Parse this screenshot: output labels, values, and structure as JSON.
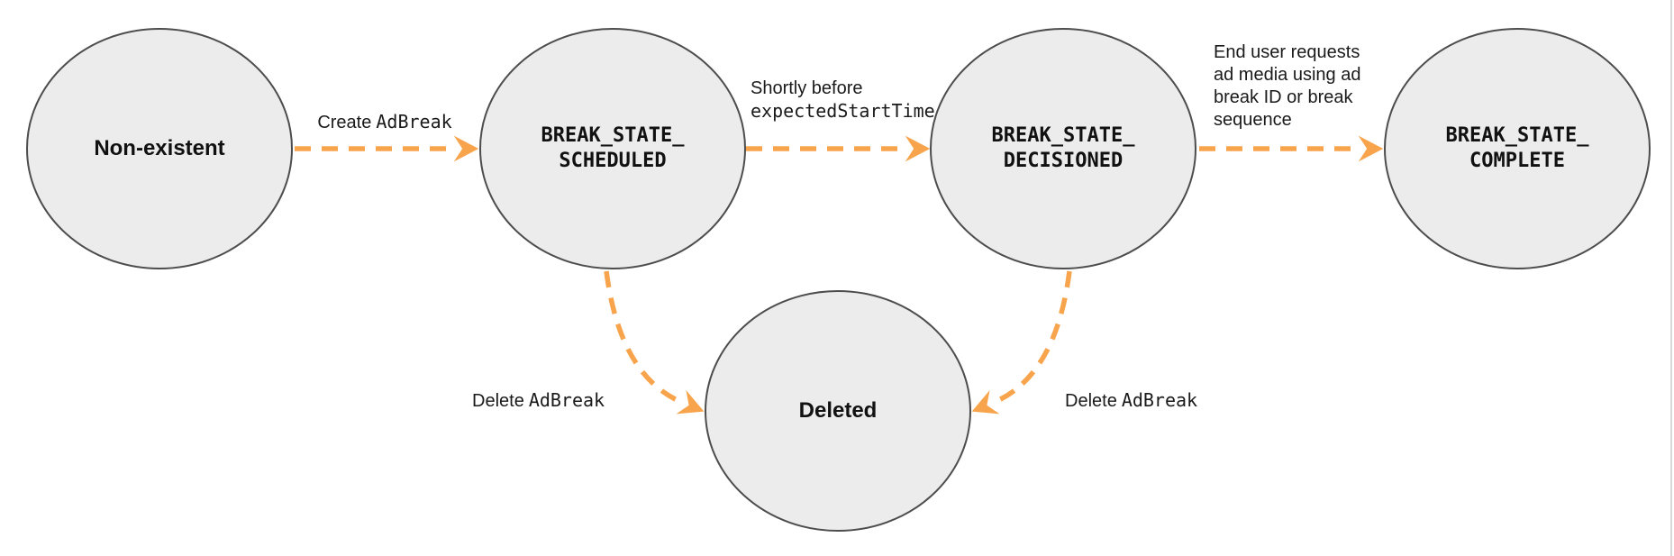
{
  "colors": {
    "node_fill": "#ECECEC",
    "node_border": "#4D4D4D",
    "arrow_orange": "#F8A44C",
    "text": "#1A1A1A",
    "right_edge_line": "#D8D8D8"
  },
  "nodes": {
    "non_existent": {
      "label": "Non-existent"
    },
    "scheduled": {
      "line1": "BREAK_STATE_",
      "line2": "SCHEDULED"
    },
    "decisioned": {
      "line1": "BREAK_STATE_",
      "line2": "DECISIONED"
    },
    "complete": {
      "line1": "BREAK_STATE_",
      "line2": "COMPLETE"
    },
    "deleted": {
      "label": "Deleted"
    }
  },
  "edges": {
    "create_adbreak": {
      "text": "Create",
      "code": "AdBreak"
    },
    "shortly_before": {
      "text": "Shortly before",
      "code": "expectedStartTime"
    },
    "end_user_request": {
      "line1": "End user requests",
      "line2": "ad media using ad",
      "line3": "break ID or break",
      "line4": "sequence"
    },
    "delete_left": {
      "text": "Delete",
      "code": "AdBreak"
    },
    "delete_right": {
      "text": "Delete",
      "code": "AdBreak"
    }
  }
}
